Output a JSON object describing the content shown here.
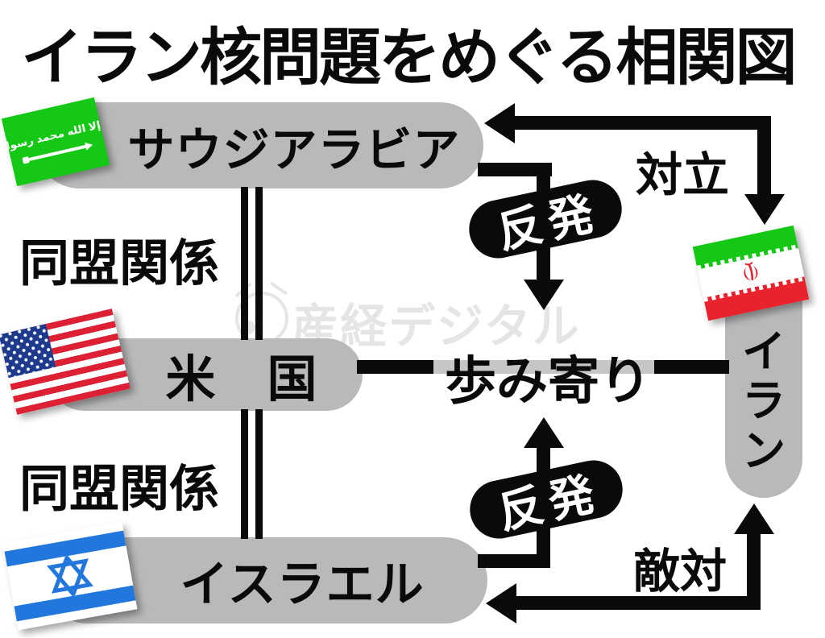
{
  "title": "イラン核問題をめぐる相関図",
  "watermark": {
    "brand": "産経デジタル"
  },
  "nodes": {
    "saudi_arabia": {
      "label": "サウジアラビア"
    },
    "usa": {
      "label": "米　国"
    },
    "israel": {
      "label": "イスラエル"
    },
    "iran": {
      "label": "イラン"
    }
  },
  "relations": {
    "alliance_upper": {
      "label": "同盟関係",
      "between": [
        "サウジアラビア",
        "米国"
      ],
      "style": "double-line"
    },
    "alliance_lower": {
      "label": "同盟関係",
      "between": [
        "米国",
        "イスラエル"
      ],
      "style": "double-line"
    },
    "confrontation": {
      "label": "対立",
      "between": [
        "サウジアラビア",
        "イラン"
      ],
      "style": "elbow-arrow-two-heads"
    },
    "backlash_upper": {
      "label": "反発",
      "from": "サウジアラビア",
      "style": "black-badge-arrow-down"
    },
    "backlash_lower": {
      "label": "反発",
      "from": "イスラエル",
      "style": "black-badge-arrow-up"
    },
    "compromise": {
      "label": "歩み寄り",
      "between": [
        "米国",
        "イラン"
      ],
      "style": "thick-line"
    },
    "hostility": {
      "label": "敵対",
      "between": [
        "イスラエル",
        "イラン"
      ],
      "style": "elbow-arrow-two-heads"
    }
  },
  "flags": {
    "saudi_arabia": {
      "icon": "saudi-arabia-flag-icon",
      "script": "لا إله إلا الله محمد رسول الله"
    },
    "usa": {
      "icon": "united-states-flag-icon"
    },
    "israel": {
      "icon": "israel-flag-icon"
    },
    "iran": {
      "icon": "iran-flag-icon"
    }
  },
  "icons": {
    "watermark_logo": "sankei-digital-logo-icon"
  },
  "colors": {
    "pill_gray": "#b9b9b9",
    "compromise_band_gray": "#c6c6c6",
    "line_black": "#0a0a0a",
    "saudi_green": "#16c816",
    "iran_green": "#16c816",
    "iran_red": "#e8232d",
    "us_red": "#dd2033",
    "us_blue": "#1e3a8c",
    "israel_blue": "#2277dd",
    "watermark_gray": "rgba(0,0,0,0.10)"
  }
}
